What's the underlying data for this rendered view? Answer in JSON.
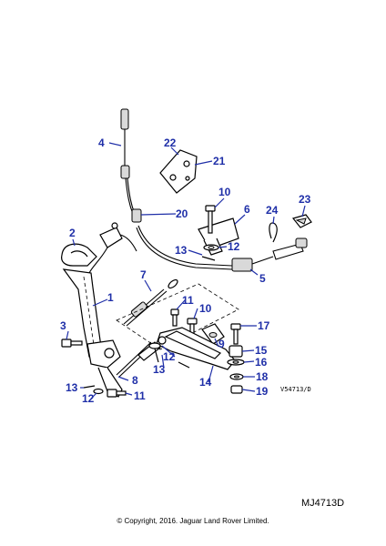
{
  "callouts": [
    {
      "id": "c-4",
      "label": "4"
    },
    {
      "id": "c-22",
      "label": "22"
    },
    {
      "id": "c-21",
      "label": "21"
    },
    {
      "id": "c-10a",
      "label": "10"
    },
    {
      "id": "c-23",
      "label": "23"
    },
    {
      "id": "c-6",
      "label": "6"
    },
    {
      "id": "c-24",
      "label": "24"
    },
    {
      "id": "c-20",
      "label": "20"
    },
    {
      "id": "c-2",
      "label": "2"
    },
    {
      "id": "c-13a",
      "label": "13"
    },
    {
      "id": "c-12a",
      "label": "12"
    },
    {
      "id": "c-5",
      "label": "5"
    },
    {
      "id": "c-7",
      "label": "7"
    },
    {
      "id": "c-1",
      "label": "1"
    },
    {
      "id": "c-11a",
      "label": "11"
    },
    {
      "id": "c-10b",
      "label": "10"
    },
    {
      "id": "c-3",
      "label": "3"
    },
    {
      "id": "c-17",
      "label": "17"
    },
    {
      "id": "c-9",
      "label": "9"
    },
    {
      "id": "c-15",
      "label": "15"
    },
    {
      "id": "c-12b",
      "label": "12"
    },
    {
      "id": "c-16",
      "label": "16"
    },
    {
      "id": "c-13b",
      "label": "13"
    },
    {
      "id": "c-8",
      "label": "8"
    },
    {
      "id": "c-14",
      "label": "14"
    },
    {
      "id": "c-18",
      "label": "18"
    },
    {
      "id": "c-13c",
      "label": "13"
    },
    {
      "id": "c-12c",
      "label": "12"
    },
    {
      "id": "c-11b",
      "label": "11"
    },
    {
      "id": "c-19",
      "label": "19"
    }
  ],
  "drawing_code": "V54713/D",
  "diagram_ref": "MJ4713D",
  "copyright": "© Copyright, 2016. Jaguar Land Rover Limited.",
  "accent_color": "#1f2fa8"
}
